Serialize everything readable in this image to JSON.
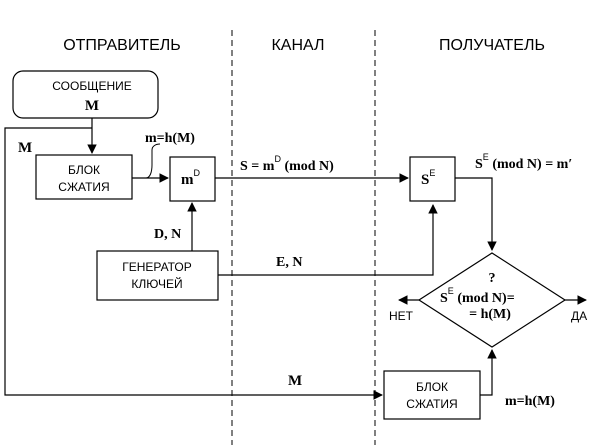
{
  "headers": {
    "sender": "ОТПРАВИТЕЛЬ",
    "channel": "КАНАЛ",
    "receiver": "ПОЛУЧАТЕЛЬ"
  },
  "message_box": {
    "line1": "СООБЩЕНИЕ",
    "line2": "M"
  },
  "compress_box_1": {
    "line1": "БЛОК",
    "line2": "СЖАТИЯ"
  },
  "compress_box_2": {
    "line1": "БЛОК",
    "line2": "СЖАТИЯ"
  },
  "keygen_box": {
    "line1": "ГЕНЕРАТОР",
    "line2": "КЛЮЧЕЙ"
  },
  "signature_box": {
    "base": "m",
    "sup": "D"
  },
  "verify_box": {
    "base": "S",
    "sup": "E"
  },
  "decision": {
    "question": "?",
    "line1_base": "S",
    "line1_sup": "E",
    "line1_rest": " (mod  N)=",
    "line2": "= h(M)",
    "no": "НЕТ",
    "yes": "ДА"
  },
  "labels": {
    "m_left": "M",
    "hash_top": "m=h(M)",
    "dn": "D, N",
    "en": "E, N",
    "m_bottom": "M",
    "hash_bottom": "m=h(M)",
    "sig_eq_base": "S = m",
    "sig_eq_sup": "D",
    "sig_eq_rest": " (mod  N)",
    "recv_eq_base": "S",
    "recv_eq_sup": "E",
    "recv_eq_rest": " (mod  N) = m′"
  }
}
